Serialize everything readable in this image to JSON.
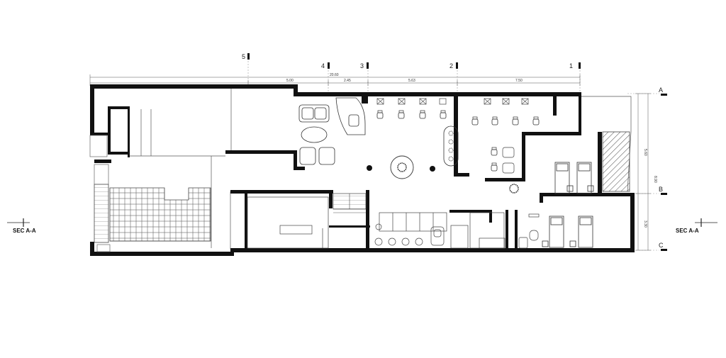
{
  "grid_columns": [
    "5",
    "4",
    "3",
    "2",
    "1"
  ],
  "grid_rows": [
    "A",
    "B",
    "C"
  ],
  "dimensions_top": [
    "5.00",
    "2.45",
    "5.63",
    "7.50"
  ],
  "dimension_total_top": "20.60",
  "dimensions_side": [
    "5.60",
    "3.30"
  ],
  "dimension_total_side": "8.90",
  "section_labels": [
    "SEC A-A",
    "SEC A-A"
  ],
  "colors": {
    "wall": "#111111",
    "line": "#444444",
    "thin": "#888888",
    "paper": "#ffffff"
  }
}
